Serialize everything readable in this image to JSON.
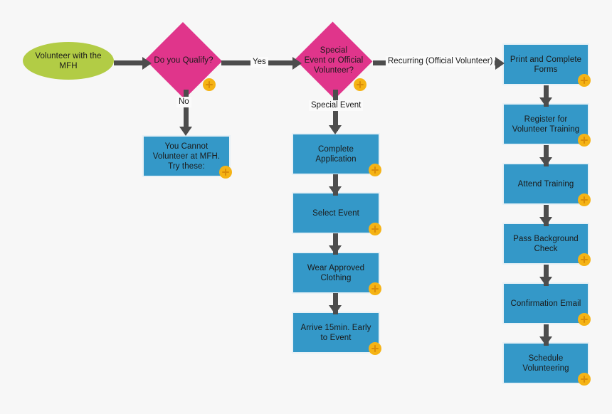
{
  "diagram": {
    "title": "Volunteer with the MFH flowchart",
    "background_color": "#f7f7f7",
    "colors": {
      "start_fill": "#b2cc45",
      "decision_fill": "#e0358b",
      "process_fill": "#3498c8",
      "connector": "#4d4d4d",
      "badge_fill": "#f5b315",
      "badge_glyph": "#d98c0a"
    },
    "nodes": {
      "start": {
        "label": "Volunteer with the MFH",
        "shape": "ellipse"
      },
      "qualify": {
        "label": "Do you Qualify?",
        "shape": "diamond"
      },
      "event_or_official": {
        "label": "Special\nEvent or Official\nVolunteer?",
        "shape": "diamond"
      },
      "cannot_volunteer": {
        "label": "You Cannot Volunteer at MFH. Try these:",
        "shape": "process"
      },
      "complete_application": {
        "label": "Complete Application",
        "shape": "process"
      },
      "select_event": {
        "label": "Select Event",
        "shape": "process"
      },
      "wear_approved_clothing": {
        "label": "Wear Approved Clothing",
        "shape": "process"
      },
      "arrive_early": {
        "label": "Arrive 15min. Early to Event",
        "shape": "process"
      },
      "print_forms": {
        "label": "Print and Complete Forms",
        "shape": "process"
      },
      "register_training": {
        "label": "Register for Volunteer Training",
        "shape": "process"
      },
      "attend_training": {
        "label": "Attend Training",
        "shape": "process"
      },
      "pass_background_check": {
        "label": "Pass Background Check",
        "shape": "process"
      },
      "confirmation_email": {
        "label": "Confirmation Email",
        "shape": "process"
      },
      "schedule_volunteering": {
        "label": "Schedule Volunteering",
        "shape": "process"
      }
    },
    "edge_labels": {
      "yes": "Yes",
      "no": "No",
      "special_event": "Special Event",
      "recurring": "Recurring (Official Volunteer)"
    }
  }
}
